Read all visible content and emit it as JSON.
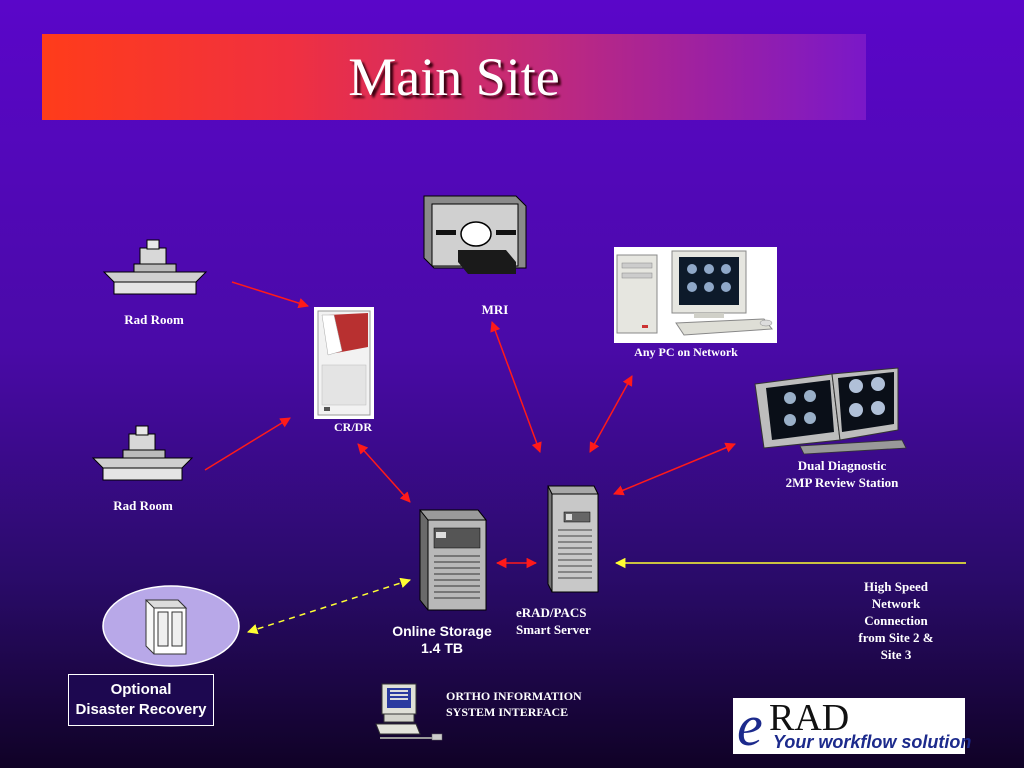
{
  "slide": {
    "title": "Main Site"
  },
  "nodes": {
    "rad_room_1": "Rad Room",
    "rad_room_2": "Rad Room",
    "mri": "MRI",
    "any_pc": "Any PC on Network",
    "cr_dr": "CR/DR",
    "dual_diagnostic_line1": "Dual Diagnostic",
    "dual_diagnostic_line2": "2MP Review Station",
    "online_storage_line1": "Online Storage",
    "online_storage_line2": "1.4 TB",
    "smart_server_line1": "eRAD/PACS",
    "smart_server_line2": "Smart Server",
    "high_speed_line1": "High Speed",
    "high_speed_line2": "Network",
    "high_speed_line3": "Connection",
    "high_speed_line4": "from Site 2 &",
    "high_speed_line5": "Site 3",
    "disaster_line1": "Optional",
    "disaster_line2": "Disaster Recovery",
    "ortho_line1": "ORTHO INFORMATION",
    "ortho_line2": "SYSTEM INTERFACE"
  },
  "logo": {
    "brand_e": "e",
    "brand_rad": "RAD",
    "tagline": "Your workflow solution"
  },
  "colors": {
    "arrow_red": "#ff1a1a",
    "arrow_yellow": "#ffff33",
    "title_left": "#ff3c1a",
    "title_right": "#7a18c8",
    "logo_blue": "#1c2a8c"
  },
  "icons": [
    "xray-table-icon",
    "mri-scanner-icon",
    "desktop-pc-icon",
    "cr-reader-icon",
    "dual-monitor-icon",
    "storage-tower-icon",
    "server-tower-icon",
    "dr-cabinet-icon",
    "workstation-icon"
  ]
}
